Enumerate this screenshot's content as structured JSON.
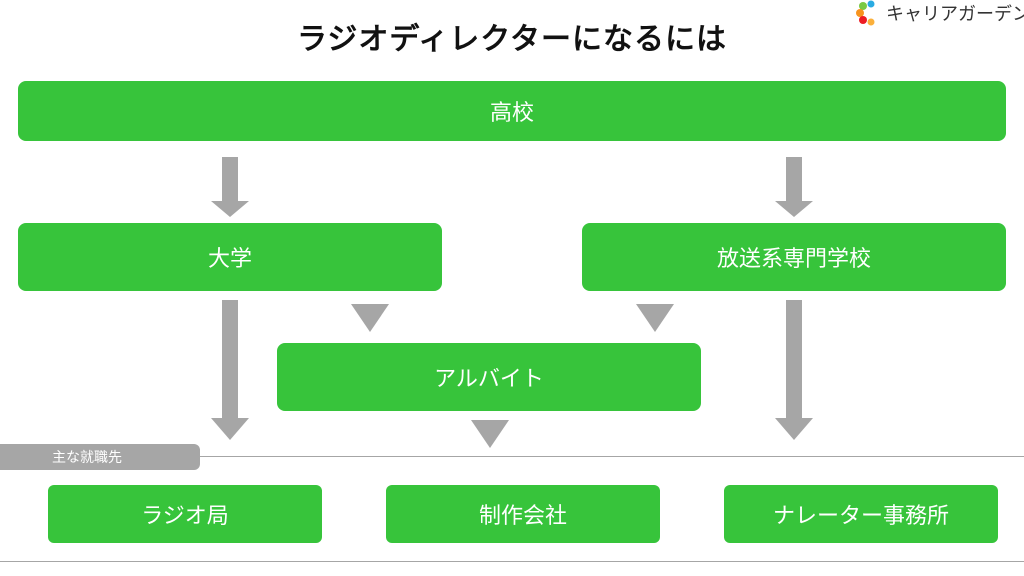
{
  "title": "ラジオディレクターになるには",
  "logo": {
    "text": "キャリアガーデン"
  },
  "nodes": {
    "high_school": "高校",
    "university": "大学",
    "vocational_school": "放送系専門学校",
    "part_time_job": "アルバイト"
  },
  "section_label": "主な就職先",
  "employers": {
    "radio_station": "ラジオ局",
    "production_company": "制作会社",
    "narrator_agency": "ナレーター事務所"
  },
  "colors": {
    "box_green": "#37c43b",
    "arrow_gray": "#a6a6a6",
    "text_white": "#ffffff"
  }
}
